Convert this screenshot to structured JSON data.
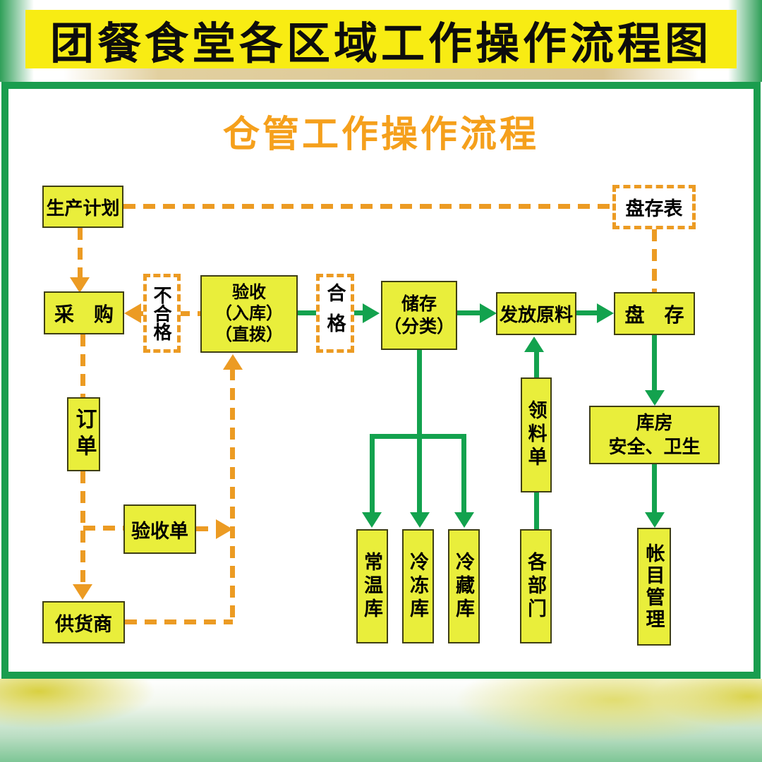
{
  "banner": {
    "title": "团餐食堂各区域工作操作流程图"
  },
  "diagram": {
    "title": "仓管工作操作流程",
    "nodes": {
      "production_plan": {
        "label": "生产计划"
      },
      "inventory_sheet": {
        "label": "盘存表"
      },
      "purchase": {
        "label": "采　购"
      },
      "unqualified": {
        "label": "不合格"
      },
      "inspection": {
        "lines": [
          "验收",
          "（入库）",
          "（直拨）"
        ]
      },
      "qualified": {
        "label": "合格"
      },
      "storage": {
        "lines": [
          "储存",
          "（分类）"
        ]
      },
      "issue_materials": {
        "label": "发放原料"
      },
      "stocktake": {
        "label": "盘　存"
      },
      "order_form": {
        "label": "订单"
      },
      "receipt_form": {
        "label": "验收单"
      },
      "supplier": {
        "label": "供货商"
      },
      "normal_temp_warehouse": {
        "label": "常温库"
      },
      "frozen_warehouse": {
        "label": "冷冻库"
      },
      "cold_storage_warehouse": {
        "label": "冷藏库"
      },
      "requisition_form": {
        "label": "领料单"
      },
      "departments": {
        "label": "各部门"
      },
      "warehouse_safety": {
        "lines": [
          "库房",
          "安全、卫生"
        ]
      },
      "account_management": {
        "label": "帐目管理"
      }
    },
    "colors": {
      "box_fill": "#e9ee3b",
      "box_border": "#3f3f14",
      "dashed_orange": "#ec9b23",
      "flow_green": "#13a24e",
      "banner_yellow": "#f8ec13",
      "frame_green": "#1a9d4e",
      "title_orange": "#f5a01c"
    }
  }
}
